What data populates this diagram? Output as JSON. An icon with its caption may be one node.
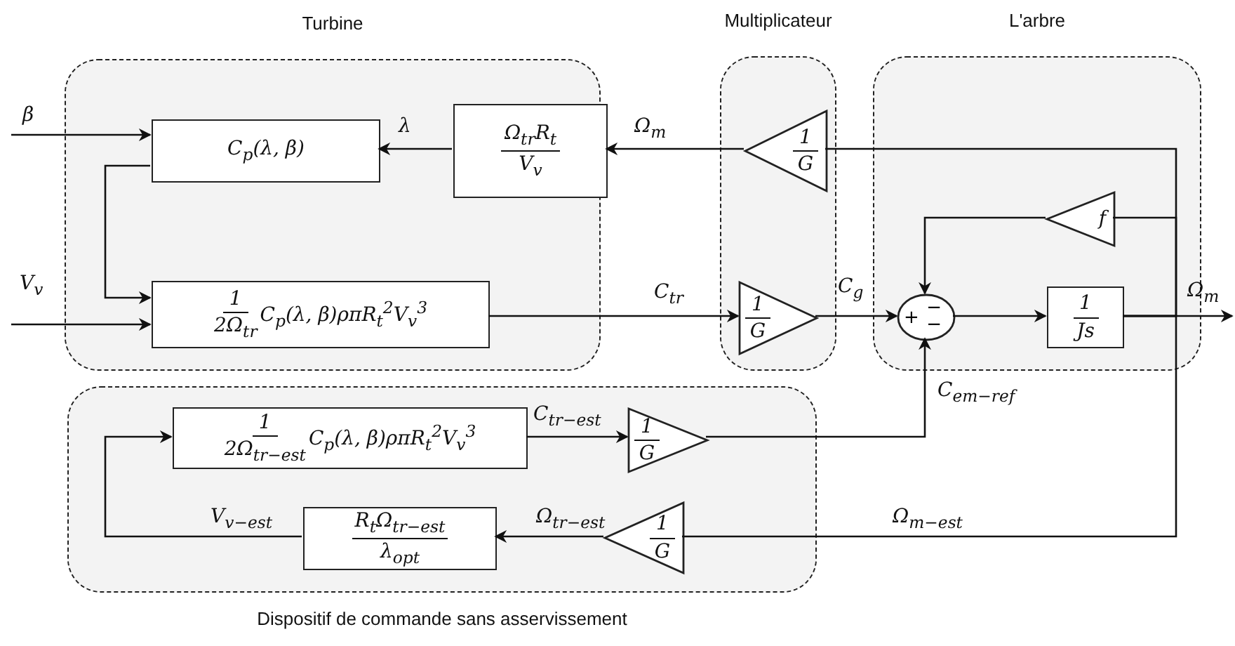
{
  "diagram": {
    "nodes": [
      {
        "text": [
          "Turbine"
        ]
      },
      {
        "text": [
          "Multiplicateur"
        ]
      },
      {
        "text": [
          "L'arbre"
        ]
      },
      {
        "text": [
          "Dispositif de commande sans asservissement"
        ]
      },
      {
        "text": [
          "C$_{p}$(λ, β)"
        ],
        "in": 0
      },
      {
        "text": [
          "Ω$_{tr}$R$_{t}$",
          "V$_{v}$"
        ],
        "in": 0
      },
      {
        "text": [
          "1",
          "2Ω$_{tr}$",
          "C$_{p}$(λ, β)ρπR$_{t}$$^{2}$V$_{v}$$^{3}$"
        ],
        "in": 0
      },
      {
        "text": [
          "1",
          "G"
        ],
        "in": 1
      },
      {
        "text": [
          "1",
          "G"
        ],
        "in": 1
      },
      {
        "text": [
          "+",
          "−",
          "−"
        ],
        "in": 2
      },
      {
        "text": [
          "f"
        ],
        "in": 2
      },
      {
        "text": [
          "1",
          "Js"
        ],
        "in": 2
      },
      {
        "text": [
          "1",
          "2Ω$_{tr−est}$",
          "C$_{p}$(λ, β)ρπR$_{t}$$^{2}$V$_{v}$$^{3}$"
        ],
        "in": 3
      },
      {
        "text": [
          "1",
          "G"
        ],
        "in": 3
      },
      {
        "text": [
          "1",
          "G"
        ],
        "in": 3
      },
      {
        "text": [
          "R$_{t}$Ω$_{tr−est}$",
          "λ$_{opt}$"
        ],
        "in": 3
      }
    ],
    "edges": [
      {
        "from": null,
        "to": 4,
        "arrow": "to",
        "label": "β"
      },
      {
        "from": null,
        "to": 6,
        "arrow": "to",
        "label": "V$_{v}$"
      },
      {
        "from": 5,
        "to": 4,
        "arrow": "to",
        "label": "λ"
      },
      {
        "from": 7,
        "to": 5,
        "arrow": "to",
        "label": "Ω$_{m}$"
      },
      {
        "from": 4,
        "to": 6,
        "arrow": "to"
      },
      {
        "from": 6,
        "to": 8,
        "arrow": "to",
        "label": "C$_{tr}$"
      },
      {
        "from": 8,
        "to": 9,
        "arrow": "to",
        "label": "C$_{g}$"
      },
      {
        "from": 10,
        "to": 9,
        "arrow": "to"
      },
      {
        "from": 9,
        "to": 11,
        "arrow": "to"
      },
      {
        "from": 11,
        "to": null,
        "arrow": "to",
        "label": "Ω$_{m}$"
      },
      {
        "from": 11,
        "to": 7,
        "arrow": "none"
      },
      {
        "from": 11,
        "to": 10,
        "arrow": "none"
      },
      {
        "from": 11,
        "to": 14,
        "arrow": "none",
        "label": "Ω$_{m−est}$"
      },
      {
        "from": 13,
        "to": 9,
        "arrow": "to",
        "label": "C$_{em−ref}$"
      },
      {
        "from": 12,
        "to": 13,
        "arrow": "to",
        "label": "C$_{tr−est}$"
      },
      {
        "from": 14,
        "to": 15,
        "arrow": "to",
        "label": "Ω$_{tr−est}$"
      },
      {
        "from": 15,
        "to": 12,
        "arrow": "to",
        "label": "V$_{v−est}$"
      }
    ]
  }
}
